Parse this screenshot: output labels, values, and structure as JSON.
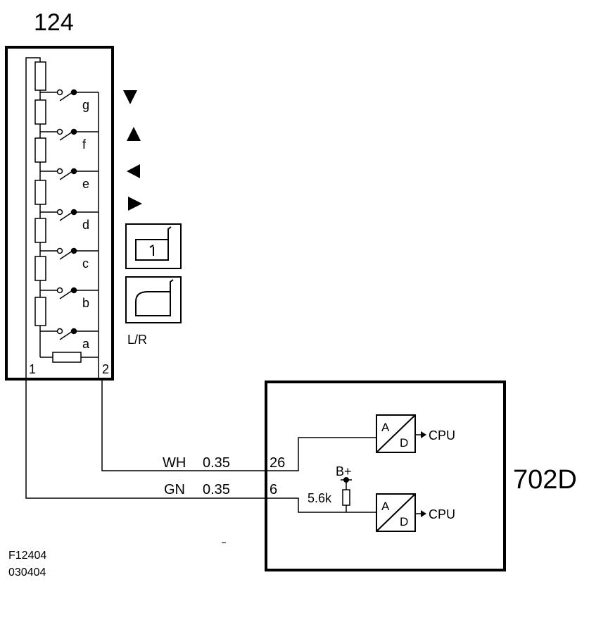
{
  "switch_module": {
    "id": "124",
    "pin_left": "1",
    "pin_right": "2",
    "switch_labels": [
      "g",
      "f",
      "e",
      "d",
      "c",
      "b",
      "a"
    ],
    "icons": [
      "arrow-down-icon",
      "arrow-up-icon",
      "arrow-left-icon",
      "arrow-right-icon",
      "phone-handset-icon",
      "voice-mode-icon"
    ],
    "mode_label": "L/R"
  },
  "control_unit": {
    "id": "702D",
    "pin_top": "26",
    "pin_bottom": "6",
    "converter_in": "A",
    "converter_out": "D",
    "output_label": "CPU",
    "supply_label": "B+",
    "pullup_resistor": "5.6k"
  },
  "wires": [
    {
      "color": "WH",
      "size": "0.35"
    },
    {
      "color": "GN",
      "size": "0.35"
    }
  ],
  "footer": {
    "figure_id": "F12404",
    "date_code": "030404"
  }
}
